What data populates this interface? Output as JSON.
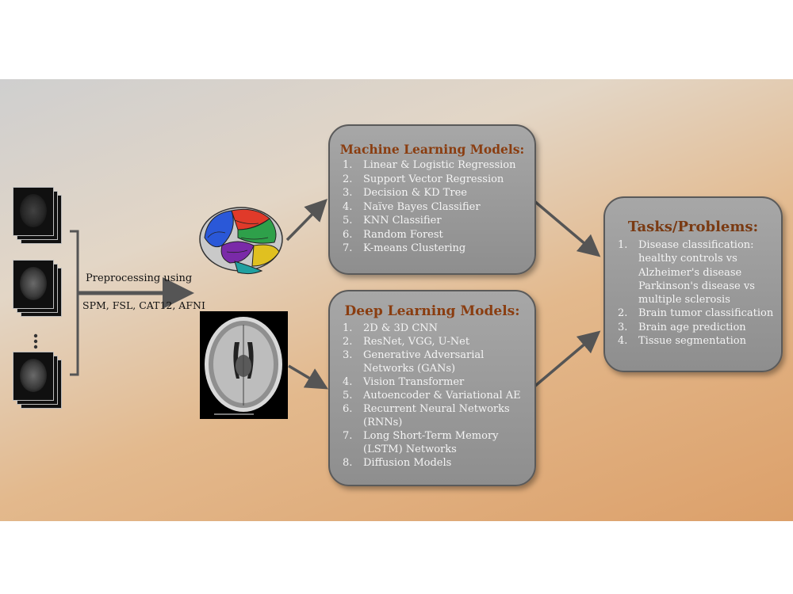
{
  "preprocessing": {
    "line1": "Preprocessing using",
    "line2": "SPM, FSL, CAT12, AFNI"
  },
  "ml_models": {
    "title": "Machine Learning Models:",
    "items": [
      {
        "num": "1.",
        "text": "Linear & Logistic Regression"
      },
      {
        "num": "2.",
        "text": "Support Vector Regression"
      },
      {
        "num": "3.",
        "text": "Decision & KD Tree"
      },
      {
        "num": "4.",
        "text": "Naïve Bayes Classifier"
      },
      {
        "num": "5.",
        "text": "KNN Classifier"
      },
      {
        "num": "6.",
        "text": "Random Forest"
      },
      {
        "num": "7.",
        "text": "K-means Clustering"
      }
    ]
  },
  "dl_models": {
    "title": "Deep Learning Models:",
    "items": [
      {
        "num": "1.",
        "text": "2D & 3D CNN"
      },
      {
        "num": "2.",
        "text": "ResNet, VGG, U-Net"
      },
      {
        "num": "3.",
        "text": "Generative Adversarial Networks (GANs)"
      },
      {
        "num": "4.",
        "text": "Vision Transformer"
      },
      {
        "num": "5.",
        "text": "Autoencoder & Variational AE"
      },
      {
        "num": "6.",
        "text": "Recurrent Neural Networks (RNNs)"
      },
      {
        "num": "7.",
        "text": "Long Short-Term Memory (LSTM) Networks"
      },
      {
        "num": "8.",
        "text": "Diffusion Models"
      }
    ]
  },
  "tasks": {
    "title": "Tasks/Problems:",
    "items": [
      {
        "num": "1.",
        "text": "Disease classification: healthy controls vs Alzheimer's disease Parkinson's disease vs multiple sclerosis"
      },
      {
        "num": "2.",
        "text": "Brain tumor classification"
      },
      {
        "num": "3.",
        "text": "Brain age prediction"
      },
      {
        "num": "4.",
        "text": "Tissue segmentation"
      }
    ]
  },
  "colors": {
    "title_color": "#8a3d10",
    "box_fill": "#9a9a9a",
    "arrow": "#555555"
  }
}
